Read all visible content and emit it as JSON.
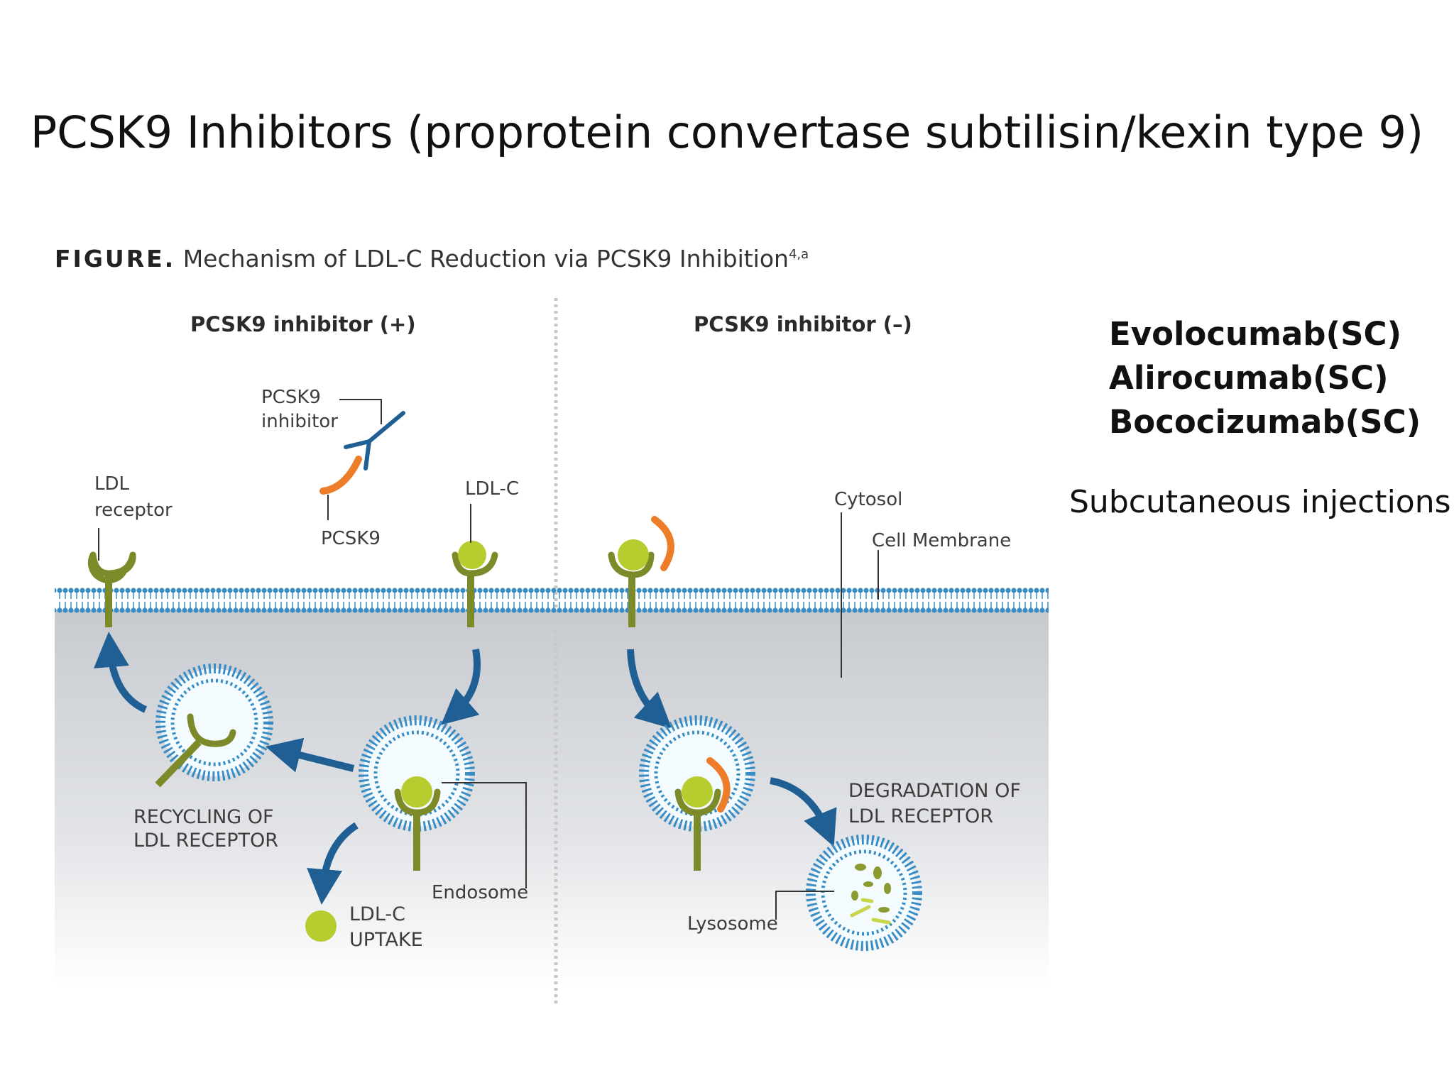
{
  "slide": {
    "title": "PCSK9 Inhibitors (proprotein convertase subtilisin/kexin type 9)"
  },
  "figure": {
    "caption_lead": "FIGURE.",
    "caption_text": "Mechanism of LDL-C Reduction via PCSK9 Inhibition",
    "caption_superscript": "4,a",
    "panel_left": {
      "heading": "PCSK9 inhibitor (+)",
      "labels": {
        "pcsk9_inhibitor_line1": "PCSK9",
        "pcsk9_inhibitor_line2": "inhibitor",
        "ldl_receptor_line1": "LDL",
        "ldl_receptor_line2": "receptor",
        "pcsk9": "PCSK9",
        "ldl_c": "LDL-C",
        "recycling_line1": "RECYCLING OF",
        "recycling_line2": "LDL RECEPTOR",
        "endosome": "Endosome",
        "uptake_line1": "LDL-C",
        "uptake_line2": "UPTAKE"
      }
    },
    "panel_right": {
      "heading": "PCSK9 inhibitor (–)",
      "labels": {
        "cytosol": "Cytosol",
        "cell_membrane": "Cell Membrane",
        "degradation_line1": "DEGRADATION OF",
        "degradation_line2": "LDL RECEPTOR",
        "lysosome": "Lysosome"
      }
    },
    "colors": {
      "membrane_blue": "#3a8dc4",
      "arrow_blue": "#1f5f93",
      "receptor_green": "#7d8a2a",
      "ldl_yellow_green": "#b7cc2e",
      "pcsk9_orange": "#ee7d2a",
      "cytosol_gray": "#c9ccd0"
    }
  },
  "drugs": [
    "Evolocumab(SC)",
    "Alirocumab(SC)",
    "Bococizumab(SC)"
  ],
  "administration_note": "Subcutaneous injections"
}
